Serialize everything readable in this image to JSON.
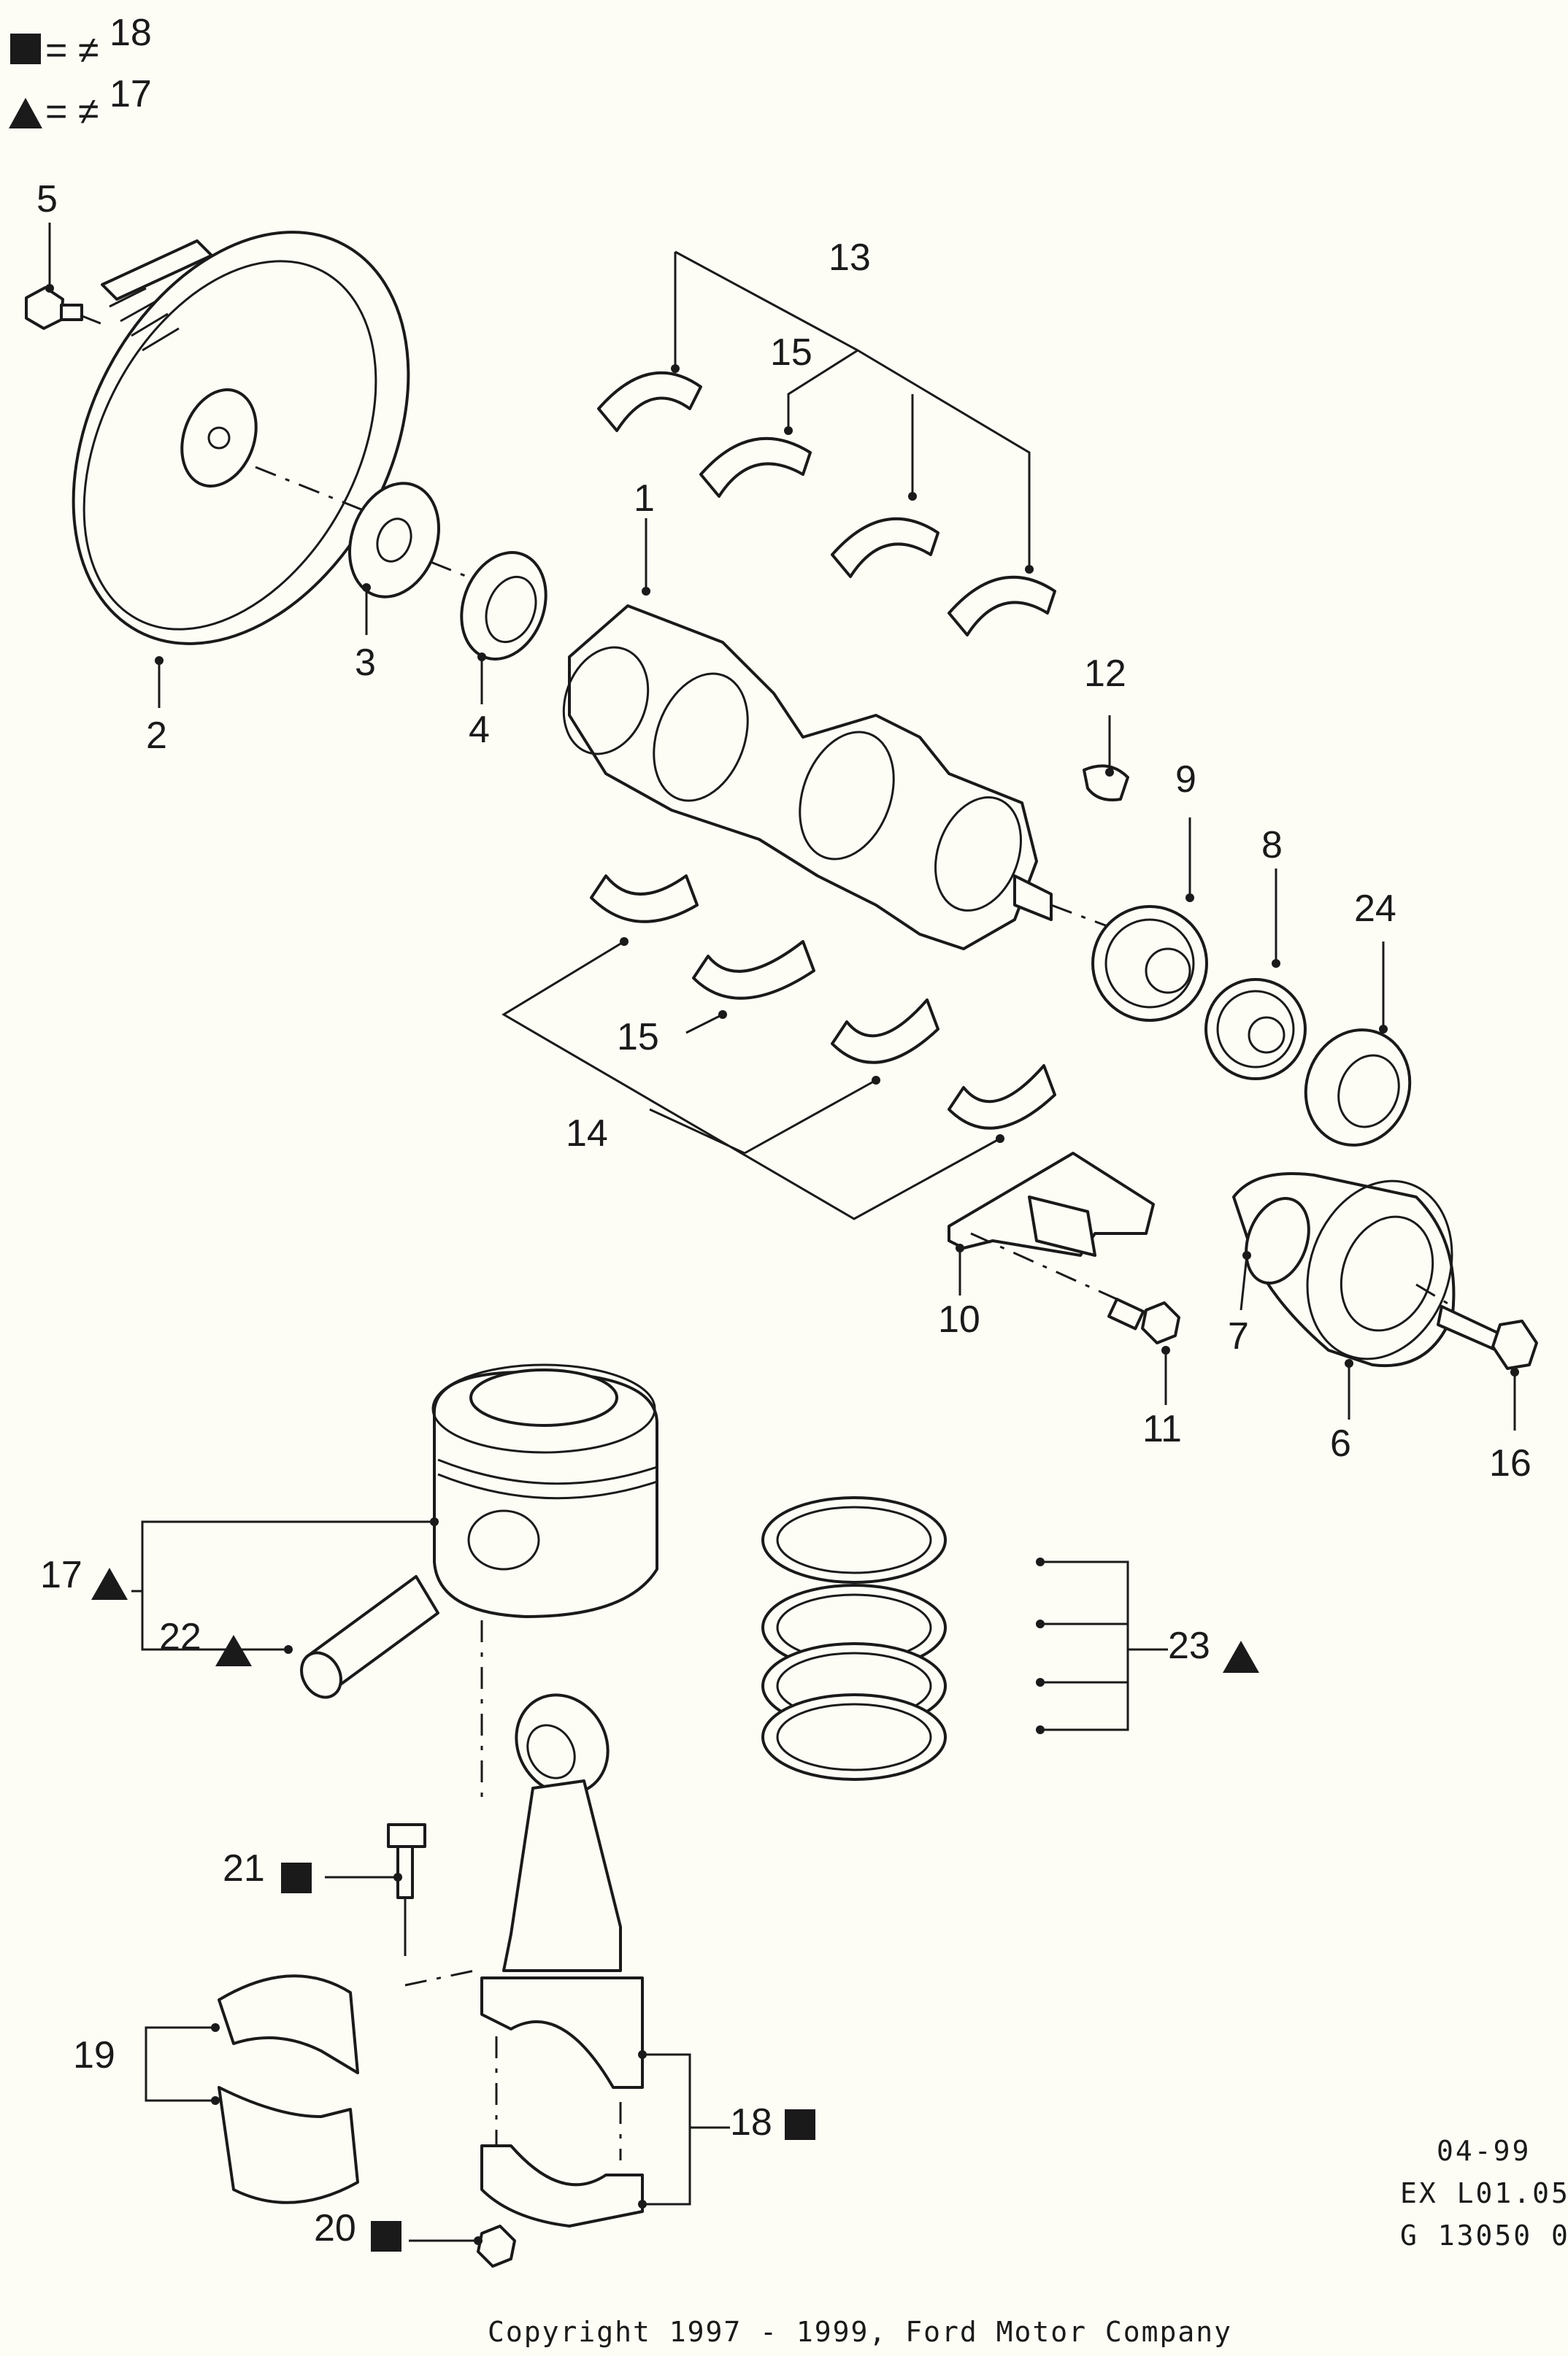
{
  "legend": {
    "square_text": "= ≠",
    "square_ref": "18",
    "triangle_text": "= ≠",
    "triangle_ref": "17"
  },
  "callouts": {
    "c1": "1",
    "c2": "2",
    "c3": "3",
    "c4": "4",
    "c5": "5",
    "c6": "6",
    "c7": "7",
    "c8": "8",
    "c9": "9",
    "c10": "10",
    "c11": "11",
    "c12": "12",
    "c13": "13",
    "c14": "14",
    "c15a": "15",
    "c15b": "15",
    "c16": "16",
    "c17": "17",
    "c18": "18",
    "c19": "19",
    "c20": "20",
    "c21": "21",
    "c22": "22",
    "c23": "23",
    "c24": "24"
  },
  "footer": {
    "date": "04-99",
    "code1": "EX L01.05",
    "code2": "G 13050 0",
    "copyright": "Copyright 1997 - 1999, Ford Motor Company"
  },
  "colors": {
    "ink": "#1a1a1a",
    "paper": "#fdfdf6"
  }
}
